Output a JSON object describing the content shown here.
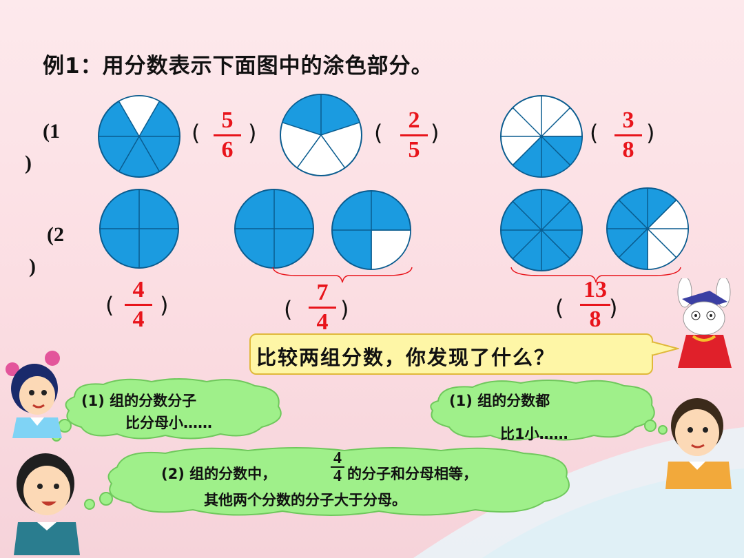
{
  "title": "例1：用分数表示下面图中的涂色部分。",
  "row1": {
    "label_line1": "(1",
    "label_line2": ")",
    "items": [
      {
        "numerator": "5",
        "denominator": "6",
        "open": "(",
        "close": ")"
      },
      {
        "numerator": "2",
        "denominator": "5",
        "open": "(",
        "close": ")"
      },
      {
        "numerator": "3",
        "denominator": "8",
        "open": "(",
        "close": ")"
      }
    ]
  },
  "row2": {
    "label_line1": "(2",
    "label_line2": ")",
    "items": [
      {
        "numerator": "4",
        "denominator": "4",
        "open": "(",
        "close": ")"
      },
      {
        "numerator": "7",
        "denominator": "4",
        "open": "(",
        "close": ")"
      },
      {
        "numerator": "13",
        "denominator": "8",
        "open": "(",
        "close": ")"
      }
    ]
  },
  "callout": "比较两组分数，你发现了什么？",
  "bubble1": {
    "line1": "(1) 组的分数分子",
    "line2": "比分母小……"
  },
  "bubble2": {
    "line1": "(1) 组的分数都",
    "line2": "比1小……"
  },
  "bubble3": {
    "line1_a": "(2) 组的分数中，",
    "frac_num": "4",
    "frac_den": "4",
    "line1_b": "的分子和分母相等，",
    "line2": "其他两个分数的分子大于分母。"
  },
  "colors": {
    "fill": "#1b9be0",
    "text_red": "#e8141b",
    "bubble": "#9ff08a",
    "callout": "#fef6a6"
  }
}
